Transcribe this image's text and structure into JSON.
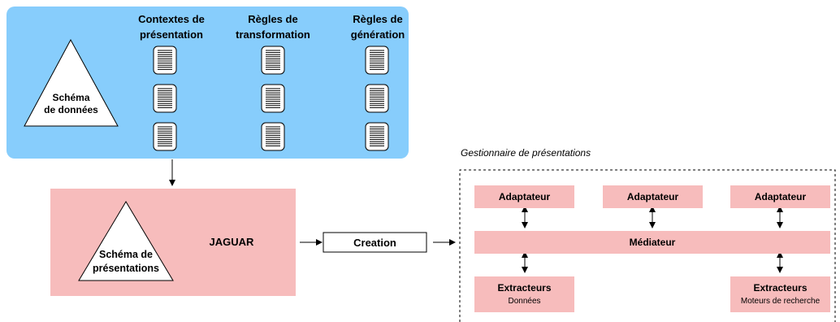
{
  "colors": {
    "blue_panel": "#87cdfc",
    "pink": "#f7bcbc",
    "line": "#000000"
  },
  "top_panel": {
    "triangle_label": "Schéma\nde données",
    "columns": [
      {
        "header": "Contextes de\nprésentation"
      },
      {
        "header": "Règles de\ntransformation"
      },
      {
        "header": "Règles de\ngénération"
      }
    ],
    "document_icon": "document-icon"
  },
  "jaguar": {
    "triangle_label": "Schéma de\nprésentations",
    "title": "JAGUAR"
  },
  "creation": {
    "label": "Creation"
  },
  "manager": {
    "caption": "Gestionnaire de présentations",
    "adaptateurs": [
      "Adaptateur",
      "Adaptateur",
      "Adaptateur"
    ],
    "mediateur": "Médiateur",
    "extracteurs": [
      {
        "title": "Extracteurs",
        "subtitle": "Données"
      },
      {
        "title": "Extracteurs",
        "subtitle": "Moteurs de recherche"
      }
    ]
  }
}
